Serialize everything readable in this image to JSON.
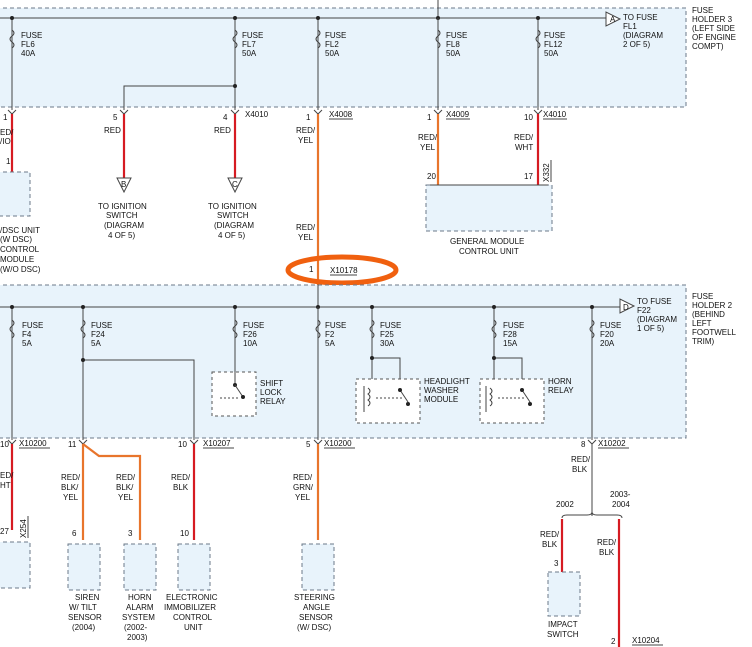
{
  "fuse_holder_3": {
    "title_lines": [
      "FUSE",
      "HOLDER 3",
      "(LEFT SIDE",
      "OF ENGINE",
      "COMPT)"
    ],
    "fuses": [
      {
        "name": "FL6",
        "amps": "40A"
      },
      {
        "name": "FL7",
        "amps": "50A"
      },
      {
        "name": "FL2",
        "amps": "50A"
      },
      {
        "name": "FL8",
        "amps": "50A"
      },
      {
        "name": "FL12",
        "amps": "50A"
      }
    ],
    "fuse_word": "FUSE",
    "ref": {
      "letter": "A",
      "lines": [
        "TO FUSE",
        "FL1",
        "(DIAGRAM",
        "2 OF 5)"
      ]
    }
  },
  "fuse_holder_2": {
    "title_lines": [
      "FUSE",
      "HOLDER 2",
      "(BEHIND",
      "LEFT",
      "FOOTWELL",
      "TRIM)"
    ],
    "fuses": [
      {
        "name": "F4",
        "amps": "5A"
      },
      {
        "name": "F24",
        "amps": "5A"
      },
      {
        "name": "F26",
        "amps": "10A"
      },
      {
        "name": "F2",
        "amps": "5A"
      },
      {
        "name": "F25",
        "amps": "30A"
      },
      {
        "name": "F28",
        "amps": "15A"
      },
      {
        "name": "F20",
        "amps": "20A"
      }
    ],
    "ref": {
      "letter": "D",
      "lines": [
        "TO FUSE",
        "F22",
        "(DIAGRAM",
        "1 OF 5)"
      ]
    }
  },
  "connectors": {
    "x4010": "X4010",
    "x4008": "X4008",
    "x4009": "X4009",
    "x10178": "X10178",
    "x10200": "X10200",
    "x10207": "X10207",
    "x10202": "X10202",
    "x10204": "X10204",
    "x332": "X332",
    "x254": "X254"
  },
  "pins": {
    "p1": "1",
    "p2": "2",
    "p3": "3",
    "p4": "4",
    "p5": "5",
    "p6": "6",
    "p8": "8",
    "p10": "10",
    "p11": "11",
    "p17": "17",
    "p20": "20",
    "p27": "27"
  },
  "wires": {
    "red": "RED",
    "red_yel": [
      "RED/",
      "YEL"
    ],
    "red_wht": [
      "RED/",
      "WHT"
    ],
    "red_blk": [
      "RED/",
      "BLK"
    ],
    "red_blk_yel": [
      "RED/",
      "BLK/",
      "YEL"
    ],
    "red_grn_yel": [
      "RED/",
      "GRN/",
      "YEL"
    ],
    "edge_left": [
      "ED/",
      "/IO"
    ],
    "edge_left_2": "ED/",
    "edge_left_3": "HT"
  },
  "refs": {
    "ign_b": {
      "letter": "B",
      "lines": [
        "TO IGNITION",
        "SWITCH",
        "(DIAGRAM",
        "4 OF 5)"
      ]
    },
    "ign_c": {
      "letter": "C",
      "lines": [
        "TO IGNITION",
        "SWITCH",
        "(DIAGRAM",
        "4 OF 5)"
      ]
    }
  },
  "components": {
    "left_cut": [
      "/DSC UNIT",
      "(W DSC)",
      "CONTROL",
      "MODULE",
      "(W/O DSC)"
    ],
    "gem": [
      "GENERAL MODULE",
      "CONTROL UNIT"
    ],
    "shift_lock": [
      "SHIFT",
      "LOCK",
      "RELAY"
    ],
    "headlight_washer": [
      "HEADLIGHT",
      "WASHER",
      "MODULE"
    ],
    "horn_relay": [
      "HORN",
      "RELAY"
    ],
    "siren": [
      "SIREN",
      "W/ TILT",
      "SENSOR",
      "(2004)"
    ],
    "horn_alarm": [
      "HORN",
      "ALARM",
      "SYSTEM",
      "(2002-",
      "2003)"
    ],
    "immobilizer": [
      "ELECTRONIC",
      "IMMOBILIZER",
      "CONTROL",
      "UNIT"
    ],
    "steering": [
      "STEERING",
      "ANGLE",
      "SENSOR",
      "(W/ DSC)"
    ],
    "impact": [
      "IMPACT",
      "SWITCH"
    ]
  },
  "years": {
    "y2002": "2002",
    "y2003_2004": [
      "2003-",
      "2004"
    ]
  },
  "colors": {
    "box_fill": "#e8f3fb",
    "red_wire": "#d61b22",
    "orange_wire": "#e8752c",
    "highlight": "#f0600f"
  }
}
